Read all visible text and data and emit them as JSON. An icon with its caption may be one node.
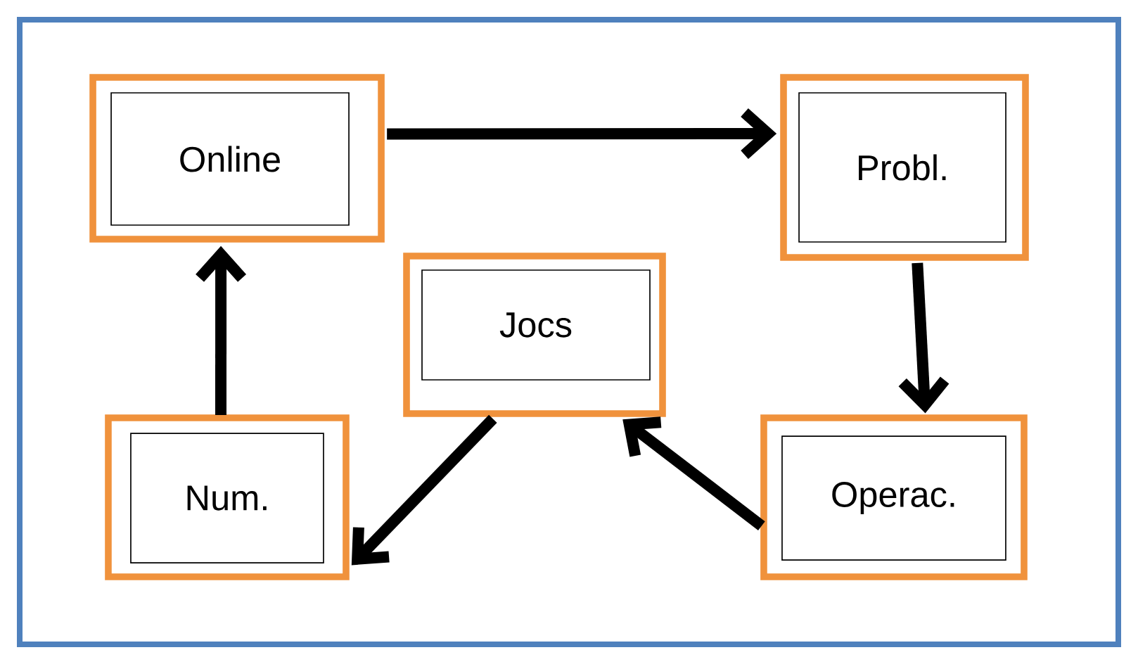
{
  "diagram": {
    "nodes": [
      {
        "text": [],
        "shape": "box"
      },
      {
        "text": [
          "Online"
        ],
        "in": 0
      },
      {
        "text": [],
        "shape": "box"
      },
      {
        "text": [
          "Probl."
        ],
        "in": 2
      },
      {
        "text": [],
        "shape": "box"
      },
      {
        "text": [
          "Jocs"
        ],
        "in": 4
      },
      {
        "text": [],
        "shape": "box"
      },
      {
        "text": [
          "Num."
        ],
        "in": 6
      },
      {
        "text": [],
        "shape": "box"
      },
      {
        "text": [
          "Operac."
        ],
        "in": 8
      }
    ],
    "edges": [
      {
        "from": 0,
        "to": 2,
        "arrow": "to"
      },
      {
        "from": 2,
        "to": 8,
        "arrow": "to"
      },
      {
        "from": 8,
        "to": 4,
        "arrow": "to"
      },
      {
        "from": 4,
        "to": 6,
        "arrow": "to"
      },
      {
        "from": 6,
        "to": 0,
        "arrow": "to"
      }
    ]
  }
}
